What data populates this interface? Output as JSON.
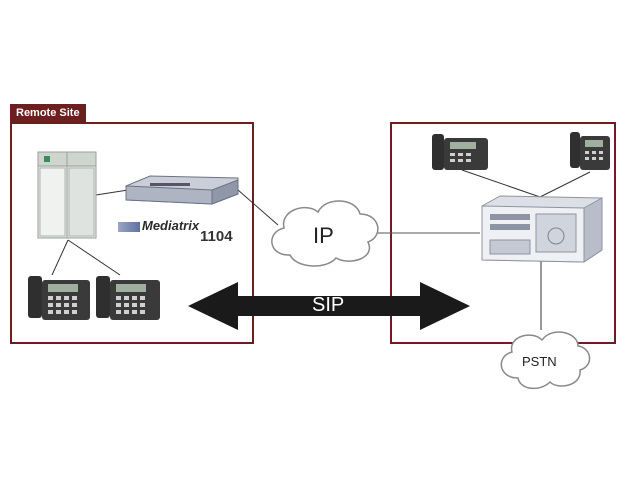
{
  "remote_site": {
    "label": "Remote Site"
  },
  "gateway": {
    "brand": "Mediatrix",
    "model": "1104"
  },
  "clouds": {
    "ip": "IP",
    "pstn": "PSTN"
  },
  "link": {
    "protocol": "SIP"
  },
  "colors": {
    "frame": "#6b1f1f",
    "line": "#333333",
    "arrow": "#1a1a1a"
  },
  "icons": [
    "pbx-cabinet-icon",
    "mediatrix-gateway-icon",
    "desk-phone-icon",
    "ip-pbx-server-icon",
    "cloud-icon",
    "double-arrow-icon"
  ]
}
